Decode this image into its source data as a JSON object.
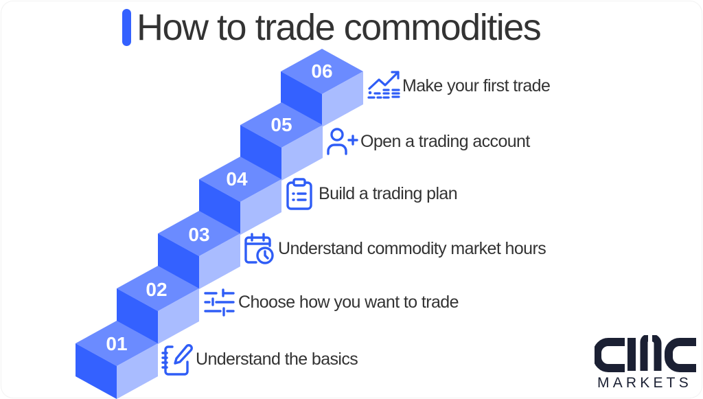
{
  "title": "How to trade commodities",
  "colors": {
    "accent": "#3461FF",
    "cube_left": "#3461FF",
    "cube_top": "#6B8BFF",
    "cube_right": "#A9BCFF",
    "icon": "#2F5DF6",
    "text": "#333333",
    "logo": "#1B2033"
  },
  "steps": [
    {
      "number": "01",
      "label": "Understand the basics",
      "icon": "notebook-pen-icon"
    },
    {
      "number": "02",
      "label": "Choose how you want to trade",
      "icon": "sliders-icon"
    },
    {
      "number": "03",
      "label": "Understand commodity market hours",
      "icon": "calendar-clock-icon"
    },
    {
      "number": "04",
      "label": "Build a trading plan",
      "icon": "clipboard-list-icon"
    },
    {
      "number": "05",
      "label": "Open a trading account",
      "icon": "user-plus-icon"
    },
    {
      "number": "06",
      "label": "Make your first trade",
      "icon": "trending-up-chart-icon"
    }
  ],
  "logo": {
    "mark": "CMC",
    "text": "MARKETS"
  }
}
